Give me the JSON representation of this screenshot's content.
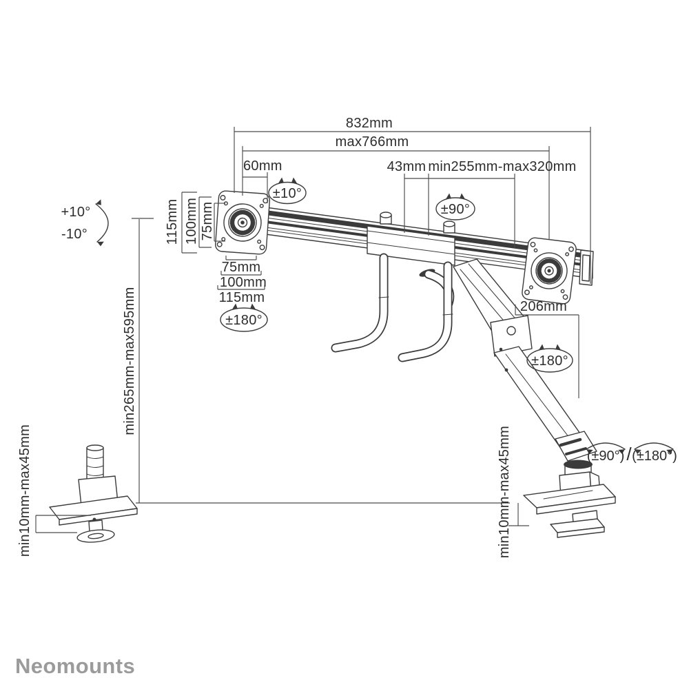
{
  "diagram": {
    "brand": "Neomounts",
    "dimensions": {
      "total_width": "832mm",
      "max_width": "max766mm",
      "left_offset": "60mm",
      "center_gap": "43mm",
      "arm_slide_range": "min255mm-max320mm",
      "arm_length": "206mm",
      "height_range": "min265mm-max595mm",
      "left_clamp_thickness": "min10mm-max45mm",
      "right_clamp_thickness": "min10mm-max45mm",
      "vesa_vertical": [
        "115mm",
        "100mm",
        "75mm"
      ],
      "vesa_horizontal": [
        "75mm",
        "100mm",
        "115mm"
      ]
    },
    "rotations": {
      "tilt_up": "+10°",
      "tilt_down": "-10°",
      "crossbar_tilt": "±10°",
      "crossbar_swivel": "±90°",
      "vesa_rotation": "±180°",
      "arm_rotation": "±180°",
      "base_swivel": "(±90°)",
      "separator": "/",
      "base_rotation": "(±180°)"
    },
    "colors": {
      "line": "#3b3b3b",
      "dimension": "#4a4a4a",
      "text": "#2d2d2d",
      "logo": "#9b9b9b",
      "background": "#ffffff"
    }
  }
}
